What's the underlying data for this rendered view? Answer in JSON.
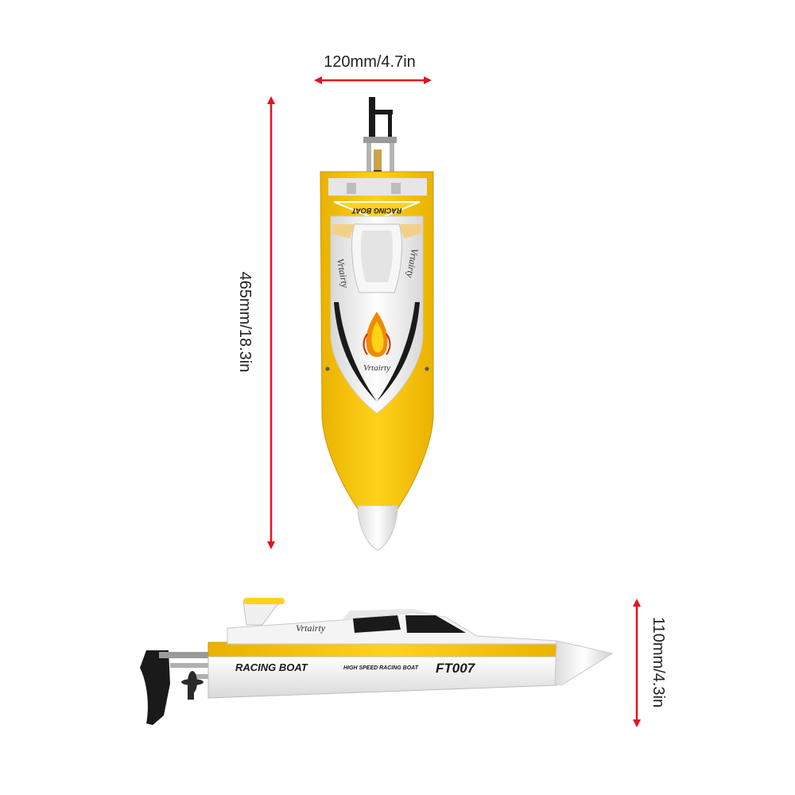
{
  "dimensions": {
    "width": "120mm/4.7in",
    "length": "465mm/18.3in",
    "height": "110mm/4.3in"
  },
  "top_view": {
    "bow_decal": "RACING BOAT",
    "brand_left": "Vrtairty",
    "brand_right": "Vrtairty",
    "brand_center": "Vrtairty"
  },
  "side_view": {
    "hull_label": "RACING BOAT",
    "tagline": "HIGH SPEED RACING BOAT",
    "model": "FT007",
    "brand": "Vrtairty"
  },
  "colors": {
    "arrow": "#e8101e",
    "hull_yellow": "#f5c400",
    "hull_white": "#f2f2f2",
    "accent_black": "#1a1a1a"
  }
}
